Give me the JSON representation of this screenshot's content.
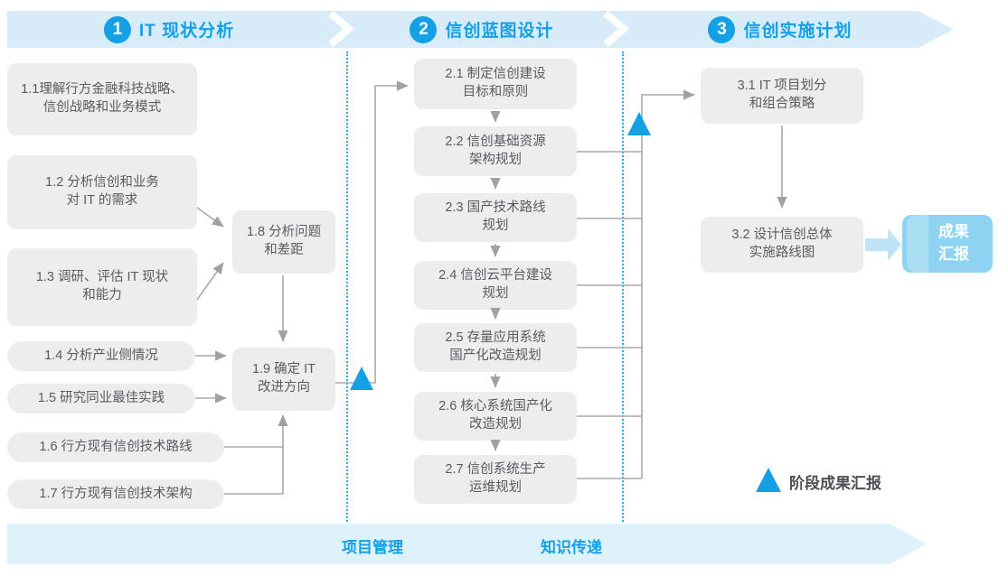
{
  "phases": [
    {
      "number": "1",
      "title": "IT 现状分析"
    },
    {
      "number": "2",
      "title": "信创蓝图设计"
    },
    {
      "number": "3",
      "title": "信创实施计划"
    }
  ],
  "steps": {
    "s11": "1.1理解行方金融科技战略、\n信创战略和业务模式",
    "s12": "1.2 分析信创和业务\n对 IT 的需求",
    "s13": "1.3 调研、评估 IT 现状\n和能力",
    "s14": "1.4 分析产业侧情况",
    "s15": "1.5 研究同业最佳实践",
    "s16": "1.6 行方现有信创技术路线",
    "s17": "1.7 行方现有信创技术架构",
    "s18": "1.8 分析问题\n和差距",
    "s19": "1.9 确定 IT\n改进方向",
    "s21": "2.1 制定信创建设\n目标和原则",
    "s22": "2.2 信创基础资源\n架构规划",
    "s23": "2.3 国产技术路线\n规划",
    "s24": "2.4 信创云平台建设\n规划",
    "s25": "2.5 存量应用系统\n国产化改造规划",
    "s26": "2.6 核心系统国产化\n改造规划",
    "s27": "2.7 信创系统生产\n运维规划",
    "s31": "3.1 IT 项目划分\n和组合策略",
    "s32": "3.2 设计信创总体\n实施路线图"
  },
  "deliverable": "成果\n汇报",
  "legend": {
    "milestone_label": "阶段成果汇报"
  },
  "footer": {
    "project_management": "项目管理",
    "knowledge_transfer": "知识传递"
  },
  "icons": {
    "milestone": "blue-triangle-icon",
    "separator": "chevron-separator-icon",
    "result_arrow": "fat-arrow-right-icon"
  },
  "colors": {
    "accent_blue": "#14a0e5",
    "band_blue": "#d7ecf8",
    "bottom_band_blue": "#def2fb",
    "box_gray": "#ededee",
    "box_text": "#595b5e",
    "line_gray": "#9fa1a4",
    "deliverable_blue": "#8ed3f2",
    "dotted_line_blue": "#2aace3"
  }
}
